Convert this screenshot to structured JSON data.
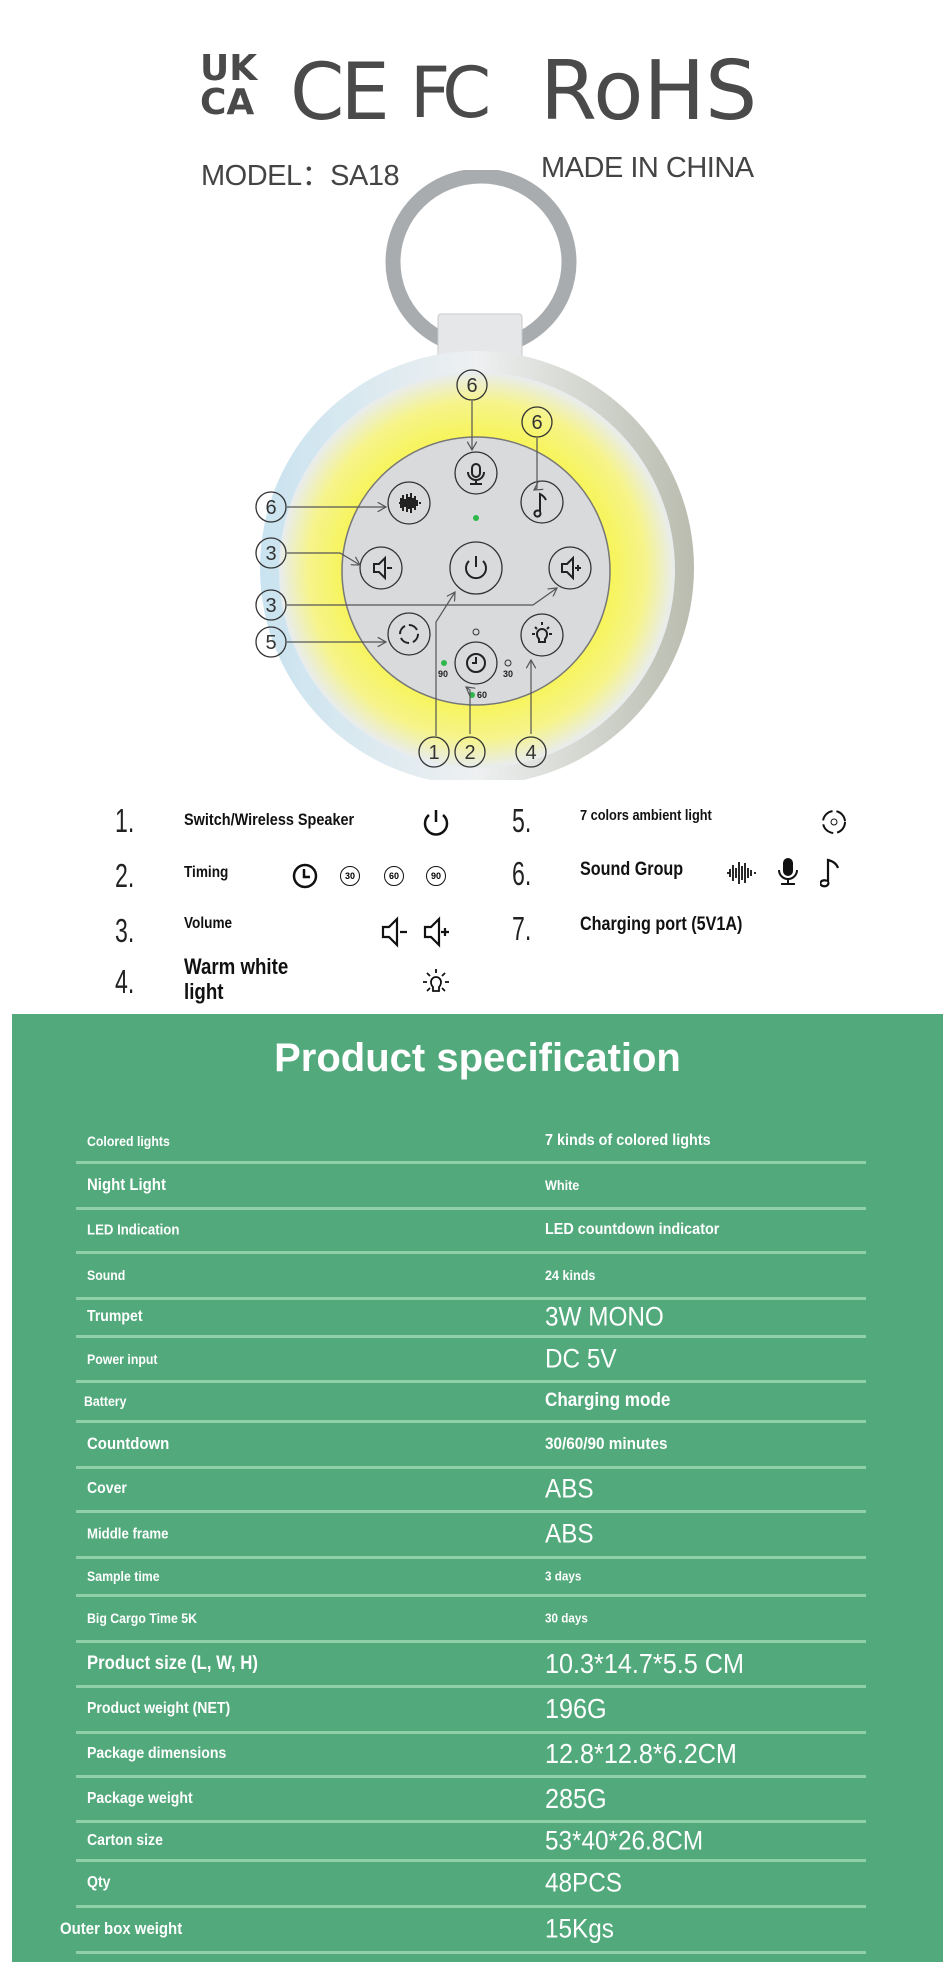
{
  "certifications": {
    "ukca_top": "UK",
    "ukca_bottom": "CA",
    "ce": "CE",
    "fcc": "FC",
    "rohs": "RoHS"
  },
  "model_label": "MODEL：SA18",
  "origin_label": "MADE IN CHINA",
  "device": {
    "callouts": [
      "6",
      "6",
      "6",
      "3",
      "3",
      "5",
      "1",
      "2",
      "4"
    ],
    "timer_labels": {
      "t90": "90",
      "t30": "30",
      "t60": "60"
    },
    "colors": {
      "glow": "#f8f53a",
      "panel": "#d9dadc",
      "shell": "#e4e6e8",
      "led": "#2fb84a"
    }
  },
  "legend": [
    {
      "num": "1.",
      "label": "Switch/Wireless Speaker",
      "icons": [
        "power-icon"
      ]
    },
    {
      "num": "2.",
      "label": "Timing",
      "icons": [
        "clock-icon"
      ],
      "badges": [
        "30",
        "60",
        "90"
      ]
    },
    {
      "num": "3.",
      "label": "Volume",
      "icons": [
        "volume-down-icon",
        "volume-up-icon"
      ]
    },
    {
      "num": "4.",
      "label": "Warm white light",
      "icons": [
        "bulb-icon"
      ]
    },
    {
      "num": "5.",
      "label": "7 colors ambient light",
      "icons": [
        "color-cycle-icon"
      ]
    },
    {
      "num": "6.",
      "label": "Sound Group",
      "icons": [
        "waveform-icon",
        "microphone-icon",
        "music-note-icon"
      ]
    },
    {
      "num": "7.",
      "label": "Charging port (5V1A)",
      "icons": []
    }
  ],
  "spec": {
    "title": "Product specification",
    "rows": [
      {
        "label": "Colored lights",
        "value": "7 kinds of colored lights"
      },
      {
        "label": "Night Light",
        "value": "White"
      },
      {
        "label": "LED Indication",
        "value": "LED countdown indicator"
      },
      {
        "label": "Sound",
        "value": "24 kinds"
      },
      {
        "label": "Trumpet",
        "value": "3W MONO"
      },
      {
        "label": "Power input",
        "value": "DC 5V"
      },
      {
        "label": "Battery",
        "value": "Charging mode"
      },
      {
        "label": "Countdown",
        "value": "30/60/90 minutes"
      },
      {
        "label": "Cover",
        "value": "ABS"
      },
      {
        "label": "Middle frame",
        "value": "ABS"
      },
      {
        "label": "Sample time",
        "value": "3 days"
      },
      {
        "label": "Big Cargo Time 5K",
        "value": "30 days"
      },
      {
        "label": "Product size (L, W, H)",
        "value": "10.3*14.7*5.5 CM"
      },
      {
        "label": "Product weight (NET)",
        "value": "196G"
      },
      {
        "label": "Package dimensions",
        "value": "12.8*12.8*6.2CM"
      },
      {
        "label": "Package weight",
        "value": "285G"
      },
      {
        "label": "Carton size",
        "value": "53*40*26.8CM"
      },
      {
        "label": "Qty",
        "value": "48PCS"
      },
      {
        "label": "Outer box weight",
        "value": "15Kgs"
      }
    ]
  }
}
